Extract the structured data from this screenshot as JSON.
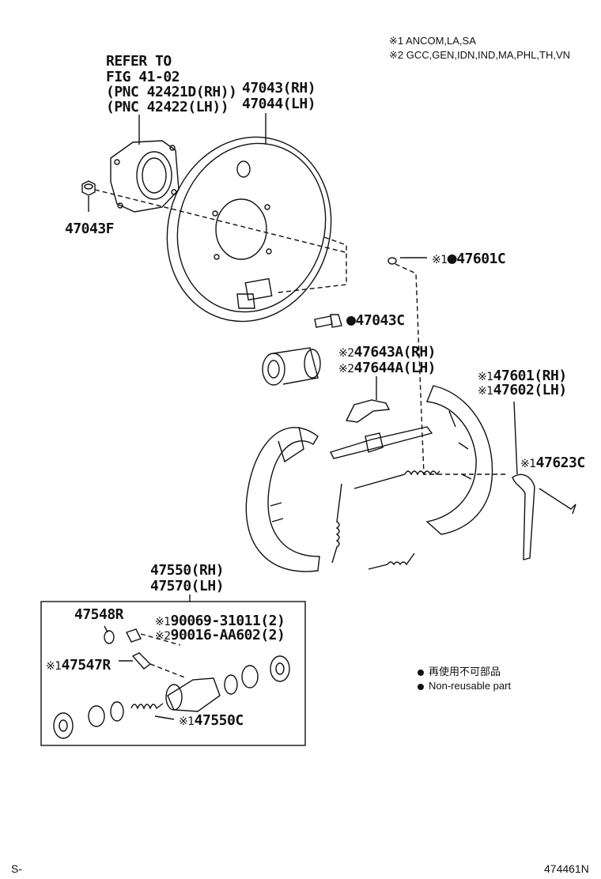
{
  "notes": {
    "note1": "※1 ANCOM,LA,SA",
    "note2": "※2 GCC,GEN,IDN,IND,MA,PHL,TH,VN"
  },
  "refer": {
    "line1": "REFER TO",
    "line2": "FIG 41-02",
    "line3": "(PNC 42421D(RH))",
    "line4": "(PNC 42422(LH))"
  },
  "parts": {
    "backing_plate_rh": "47043(RH)",
    "backing_plate_lh": "47044(LH)",
    "nut": "47043F",
    "bolt": "47043C",
    "pin_prefix": "※1",
    "pin": "47601C",
    "lever_rh_prefix": "※2",
    "lever_rh": "47643A(RH)",
    "lever_lh_prefix": "※2",
    "lever_lh": "47644A(LH)",
    "shoe_rh_prefix": "※1",
    "shoe_rh": "47601(RH)",
    "shoe_lh_prefix": "※1",
    "shoe_lh": "47602(LH)",
    "spring_prefix": "※1",
    "spring": "47623C",
    "cylinder_rh": "47550(RH)",
    "cylinder_lh": "47570(LH)",
    "cap": "47548R",
    "bolt1_prefix": "※1",
    "bolt1": "90069-31011(2)",
    "bolt2_prefix": "※2",
    "bolt2": "90016-AA602(2)",
    "bleeder_prefix": "※1",
    "bleeder": "47547R",
    "kit_prefix": "※1",
    "kit": "47550C"
  },
  "legend": {
    "ja": "再使用不可部品",
    "en": "Non-reusable part"
  },
  "footer": {
    "left": "S-",
    "right": "474461N"
  }
}
